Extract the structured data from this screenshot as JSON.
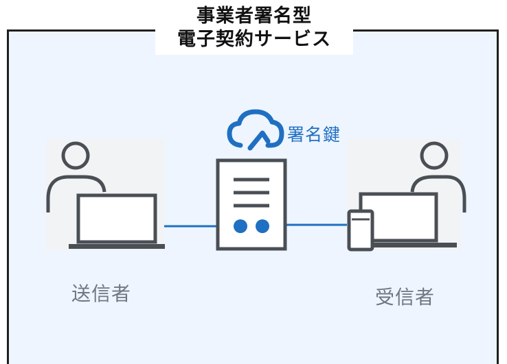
{
  "title": {
    "line1": "事業者署名型",
    "line2": "電子契約サービス"
  },
  "signing_key": {
    "label": "署名鍵",
    "icon": "cloud-key-icon"
  },
  "sender": {
    "label": "送信者",
    "icon": "person-laptop-icon"
  },
  "receiver": {
    "label": "受信者",
    "icon": "person-laptop-phone-icon"
  },
  "document": {
    "icon": "document-icon"
  },
  "colors": {
    "frame_border": "#1f1f1f",
    "frame_fill": "#eef5ff",
    "accent_blue": "#1f6fc2",
    "icon_gray": "#4a4f55",
    "icon_bg": "#f1f3f5",
    "caption_gray": "#6e7781"
  }
}
